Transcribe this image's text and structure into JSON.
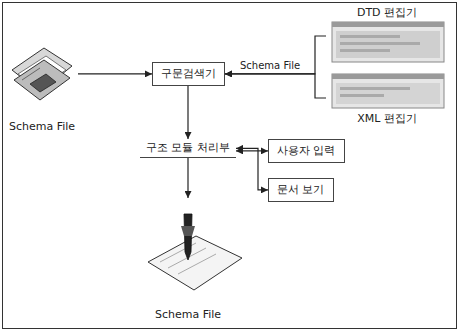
{
  "diagram": {
    "nodes": [
      {
        "text": [
          "Schema File"
        ]
      },
      {
        "text": [
          "구문검색기"
        ]
      },
      {
        "text": [
          "DTD 편집기"
        ]
      },
      {
        "text": [
          "XML 편집기"
        ]
      },
      {
        "text": [
          "구조 모듈 처리부"
        ]
      },
      {
        "text": [
          "사용자 입력"
        ]
      },
      {
        "text": [
          "문서 보기"
        ]
      },
      {
        "text": [
          "Schema File"
        ]
      }
    ],
    "edges": [
      {
        "from": 0,
        "to": 1,
        "arrow": "to"
      },
      {
        "from": 2,
        "to": 1,
        "label": "Schema File",
        "arrow": "to"
      },
      {
        "from": 3,
        "to": 1,
        "arrow": "to"
      },
      {
        "from": 1,
        "to": 4,
        "arrow": "to"
      },
      {
        "from": 4,
        "to": 5,
        "arrow": "both"
      },
      {
        "from": 4,
        "to": 6,
        "arrow": "both"
      },
      {
        "from": 4,
        "to": 7,
        "arrow": "to"
      }
    ]
  }
}
